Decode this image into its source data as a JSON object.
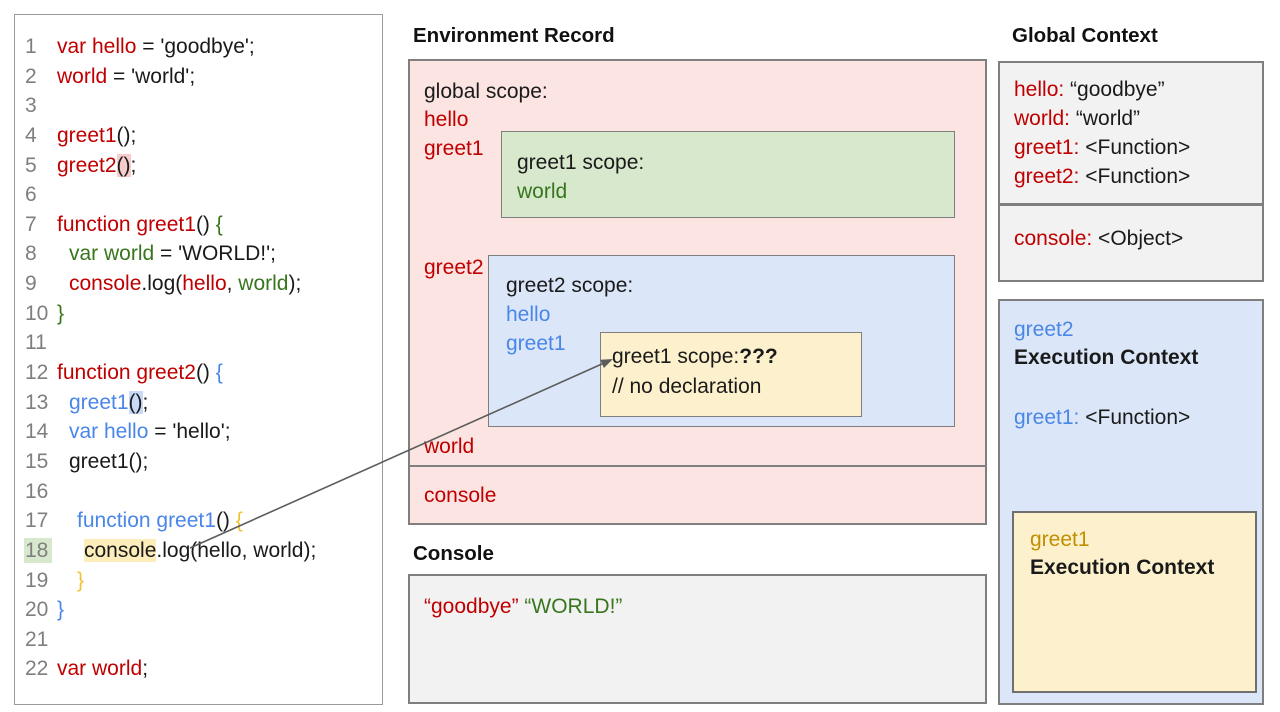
{
  "colors": {
    "red_text": "#c00000",
    "green_text": "#38761d",
    "blue_text": "#4a86e8",
    "gold_text": "#bf9000",
    "brace_yellow": "#f1c232",
    "pink_fill": "#fbe4e2",
    "blue_fill": "#dbe7f8",
    "green_fill": "#d7e8cd",
    "yellow_fill": "#fdf1cd",
    "gray_fill": "#f2f2f2"
  },
  "code_panel": {
    "lines": [
      {
        "n": "1",
        "indent": 0,
        "tokens": [
          {
            "t": "var hello",
            "c": "red"
          },
          {
            "t": " = 'goodbye';",
            "c": "black"
          }
        ]
      },
      {
        "n": "2",
        "indent": 0,
        "tokens": [
          {
            "t": "world",
            "c": "red"
          },
          {
            "t": " = 'world';",
            "c": "black"
          }
        ]
      },
      {
        "n": "3",
        "indent": 0,
        "tokens": []
      },
      {
        "n": "4",
        "indent": 0,
        "tokens": [
          {
            "t": "greet1",
            "c": "red"
          },
          {
            "t": "();",
            "c": "black"
          }
        ]
      },
      {
        "n": "5",
        "indent": 0,
        "tokens": [
          {
            "t": "greet2",
            "c": "red"
          },
          {
            "t": "()",
            "c": "black",
            "bg": "pink"
          },
          {
            "t": ";",
            "c": "black"
          }
        ]
      },
      {
        "n": "6",
        "indent": 0,
        "tokens": []
      },
      {
        "n": "7",
        "indent": 0,
        "tokens": [
          {
            "t": "function greet1",
            "c": "red"
          },
          {
            "t": "() ",
            "c": "black"
          },
          {
            "t": "{",
            "c": "green"
          }
        ]
      },
      {
        "n": "8",
        "indent": 1,
        "tokens": [
          {
            "t": "var world",
            "c": "green"
          },
          {
            "t": " = 'WORLD!';",
            "c": "black"
          }
        ]
      },
      {
        "n": "9",
        "indent": 1,
        "tokens": [
          {
            "t": "console",
            "c": "red"
          },
          {
            "t": ".log(",
            "c": "black"
          },
          {
            "t": "hello",
            "c": "red"
          },
          {
            "t": ", ",
            "c": "black"
          },
          {
            "t": "world",
            "c": "green"
          },
          {
            "t": ");",
            "c": "black"
          }
        ]
      },
      {
        "n": "10",
        "indent": 0,
        "tokens": [
          {
            "t": "}",
            "c": "green"
          }
        ]
      },
      {
        "n": "11",
        "indent": 0,
        "tokens": []
      },
      {
        "n": "12",
        "indent": 0,
        "tokens": [
          {
            "t": "function greet2",
            "c": "red"
          },
          {
            "t": "() ",
            "c": "black"
          },
          {
            "t": "{",
            "c": "blue"
          }
        ]
      },
      {
        "n": "13",
        "indent": 1,
        "tokens": [
          {
            "t": "greet1",
            "c": "blue"
          },
          {
            "t": "()",
            "c": "black",
            "bg": "blue"
          },
          {
            "t": ";",
            "c": "black"
          }
        ]
      },
      {
        "n": "14",
        "indent": 1,
        "tokens": [
          {
            "t": "var hello",
            "c": "blue"
          },
          {
            "t": " = 'hello';",
            "c": "black"
          }
        ]
      },
      {
        "n": "15",
        "indent": 1,
        "tokens": [
          {
            "t": "greet1();",
            "c": "black"
          }
        ]
      },
      {
        "n": "16",
        "indent": 0,
        "tokens": []
      },
      {
        "n": "17",
        "indent": 2,
        "tokens": [
          {
            "t": "function greet1",
            "c": "blue"
          },
          {
            "t": "() ",
            "c": "black"
          },
          {
            "t": "{",
            "c": "brace"
          }
        ]
      },
      {
        "n": "18",
        "indent": 3,
        "numHl": "green",
        "tokens": [
          {
            "t": "console",
            "c": "black",
            "bg": "cream"
          },
          {
            "t": ".log(hello, world);",
            "c": "black"
          }
        ]
      },
      {
        "n": "19",
        "indent": 2,
        "tokens": [
          {
            "t": "}",
            "c": "brace"
          }
        ]
      },
      {
        "n": "20",
        "indent": 0,
        "tokens": [
          {
            "t": "}",
            "c": "blue"
          }
        ]
      },
      {
        "n": "21",
        "indent": 0,
        "tokens": []
      },
      {
        "n": "22",
        "indent": 0,
        "tokens": [
          {
            "t": "var world",
            "c": "red"
          },
          {
            "t": ";",
            "c": "black"
          }
        ]
      }
    ]
  },
  "environment_record": {
    "title": "Environment Record",
    "global_scope_label": "global scope:",
    "global_vars_top": [
      "hello",
      "greet1"
    ],
    "greet1_scope": {
      "label": "greet1 scope:",
      "vars": [
        "world"
      ]
    },
    "greet2_label": "greet2",
    "greet2_scope": {
      "label": "greet2 scope:",
      "vars": [
        "hello",
        "greet1"
      ]
    },
    "greet1_inner_scope": {
      "label": "greet1 scope:",
      "unknown": "???",
      "comment": "// no declaration"
    },
    "world_label": "world",
    "console_label": "console"
  },
  "console_section": {
    "title": "Console",
    "output": [
      {
        "t": "“goodbye”",
        "c": "red"
      },
      {
        "t": " ",
        "c": "black"
      },
      {
        "t": "“WORLD!”",
        "c": "green"
      }
    ]
  },
  "global_context": {
    "title": "Global Context",
    "entries": [
      {
        "name": "hello:",
        "value": " “goodbye”"
      },
      {
        "name": "world:",
        "value": " “world”"
      },
      {
        "name": "greet1:",
        "value": " <Function>"
      },
      {
        "name": "greet2:",
        "value": " <Function>"
      }
    ],
    "console_entry": {
      "name": "console:",
      "value": " <Object>"
    }
  },
  "greet2_context": {
    "name": "greet2",
    "label": "Execution Context",
    "entry": {
      "name": "greet1:",
      "value": " <Function>"
    },
    "greet1_context": {
      "name": "greet1",
      "label": "Execution Context"
    }
  }
}
